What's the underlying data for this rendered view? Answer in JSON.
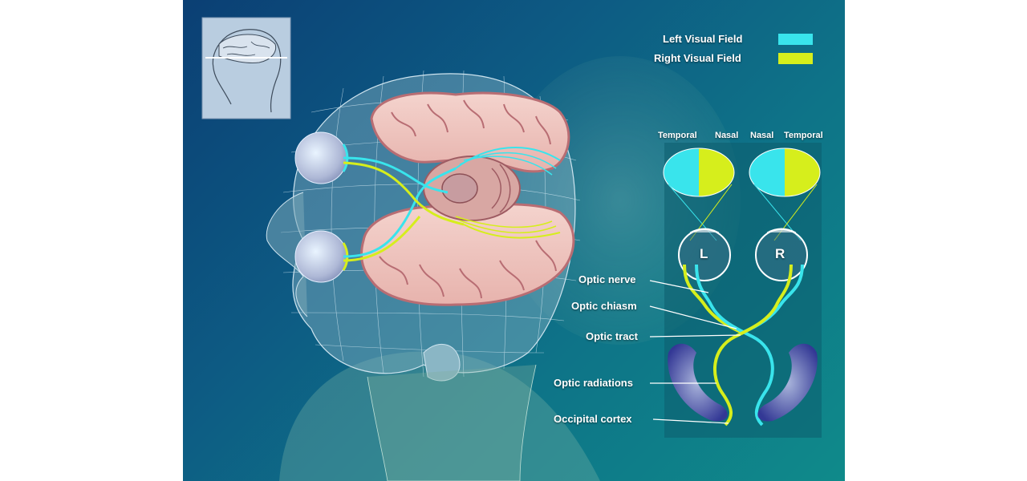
{
  "legend": {
    "left_field": {
      "label": "Left Visual Field",
      "color": "#39e4ec"
    },
    "right_field": {
      "label": "Right Visual Field",
      "color": "#d6ee1c"
    }
  },
  "field_labels": {
    "left_temporal": "Temporal",
    "left_nasal": "Nasal",
    "right_nasal": "Nasal",
    "right_temporal": "Temporal"
  },
  "eyes": {
    "left": "L",
    "right": "R"
  },
  "structures": {
    "optic_nerve": "Optic nerve",
    "optic_chiasm": "Optic chiasm",
    "optic_tract": "Optic tract",
    "optic_radiations": "Optic radiations",
    "occipital_cortex": "Occipital cortex"
  }
}
